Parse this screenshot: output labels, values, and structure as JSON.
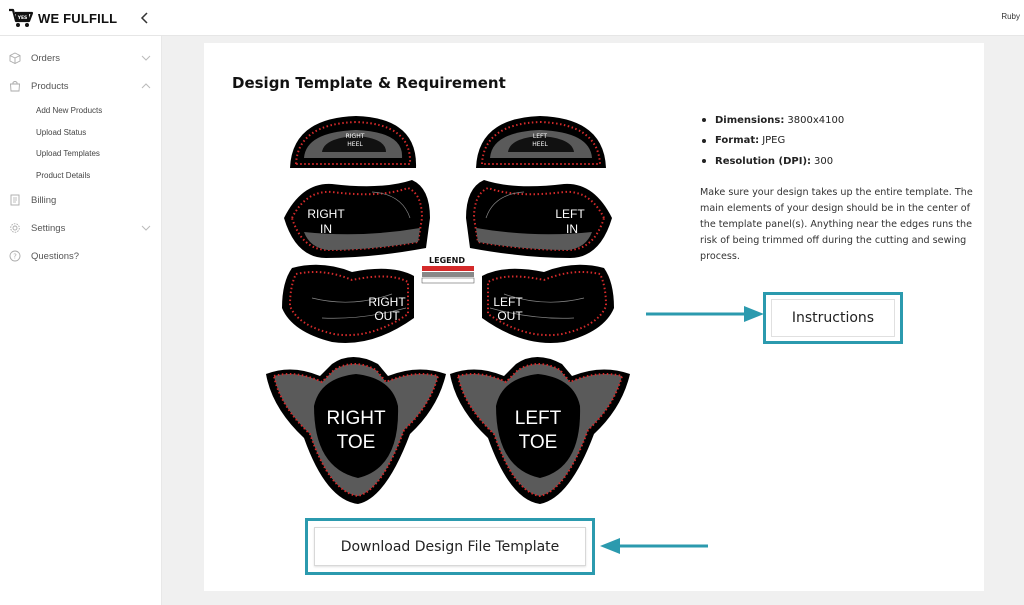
{
  "brand": {
    "name": "WE FULFILL"
  },
  "user": {
    "name": "Ruby"
  },
  "sidebar": {
    "items": [
      {
        "label": "Orders",
        "icon": "box-icon",
        "expanded": false
      },
      {
        "label": "Products",
        "icon": "bag-icon",
        "expanded": true,
        "children": [
          "Add New Products",
          "Upload Status",
          "Upload Templates",
          "Product Details"
        ]
      },
      {
        "label": "Billing",
        "icon": "billing-icon"
      },
      {
        "label": "Settings",
        "icon": "gear-icon",
        "expanded": false
      },
      {
        "label": "Questions?",
        "icon": "help-icon"
      }
    ]
  },
  "main": {
    "title": "Design Template & Requirement",
    "specs": [
      {
        "key": "Dimensions:",
        "value": "3800x4100"
      },
      {
        "key": "Format:",
        "value": "JPEG"
      },
      {
        "key": "Resolution (DPI):",
        "value": "300"
      }
    ],
    "description": "Make sure your design takes up the entire template. The main elements of your design should be in the center of the template panel(s). Anything near the edges runs the risk of being trimmed off during the cutting and sewing process.",
    "template_panels": {
      "right_heel": "RIGHT HEEL",
      "left_heel": "LEFT HEEL",
      "right_in_1": "RIGHT",
      "right_in_2": "IN",
      "left_in_1": "LEFT",
      "left_in_2": "IN",
      "right_out_1": "RIGHT",
      "right_out_2": "OUT",
      "left_out_1": "LEFT",
      "left_out_2": "OUT",
      "right_toe_1": "RIGHT",
      "right_toe_2": "TOE",
      "left_toe_1": "LEFT",
      "left_toe_2": "TOE",
      "legend": "LEGEND"
    },
    "callouts": {
      "instructions": "Instructions",
      "download": "Download Design File Template"
    }
  },
  "colors": {
    "accent": "#2b9aae",
    "panel_fill": "#0a0a0a",
    "panel_gray": "#6a6a6a",
    "stitch_red": "#d42a2a"
  }
}
